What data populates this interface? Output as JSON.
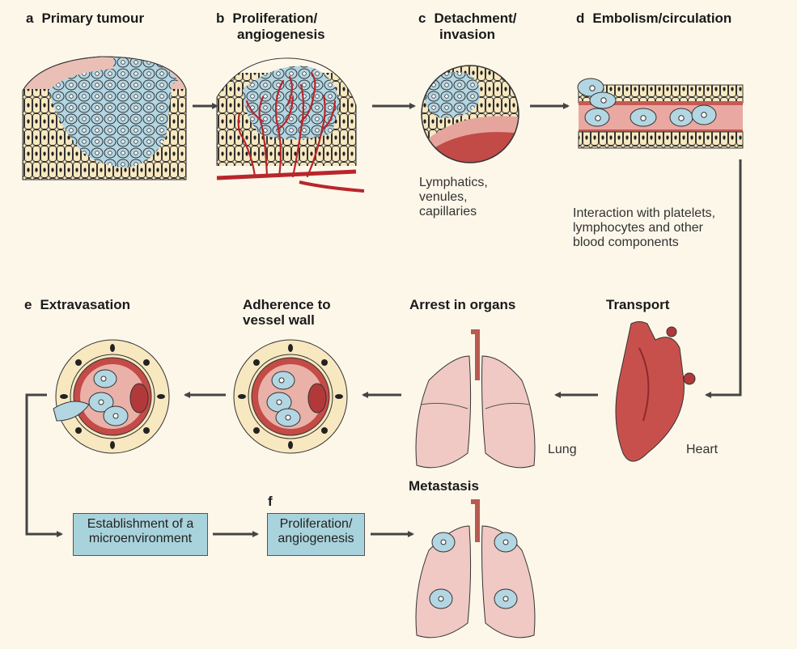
{
  "panels": {
    "a": {
      "letter": "a",
      "title": "Primary tumour"
    },
    "b": {
      "letter": "b",
      "title_line1": "Proliferation/",
      "title_line2": "angiogenesis"
    },
    "c": {
      "letter": "c",
      "title_line1": "Detachment/",
      "title_line2": "invasion"
    },
    "d": {
      "letter": "d",
      "title": "Embolism/circulation"
    },
    "e": {
      "letter": "e",
      "title": "Extravasation"
    },
    "adherence": {
      "title_line1": "Adherence to",
      "title_line2": "vessel wall"
    },
    "arrest": {
      "title": "Arrest in organs"
    },
    "transport": {
      "title": "Transport"
    },
    "metastasis": {
      "title": "Metastasis"
    },
    "f": {
      "letter": "f"
    }
  },
  "notes": {
    "vessels": [
      "Lymphatics,",
      "venules,",
      "capillaries"
    ],
    "interaction": [
      "Interaction with platelets,",
      "lymphocytes and other",
      "blood components"
    ]
  },
  "labels": {
    "lung": "Lung",
    "heart": "Heart"
  },
  "boxes": {
    "microenvironment": [
      "Establishment of a",
      "microenvironment"
    ],
    "proliferation": [
      "Proliferation/",
      "angiogenesis"
    ]
  },
  "colors": {
    "background": "#fdf7ea",
    "tumour_cell": "#b3d6e3",
    "normal_cell": "#f7e8c0",
    "vessel": "#b23a3a",
    "lung": "#f0c9c4",
    "box": "#a9d3dc",
    "arrow": "#444444"
  }
}
